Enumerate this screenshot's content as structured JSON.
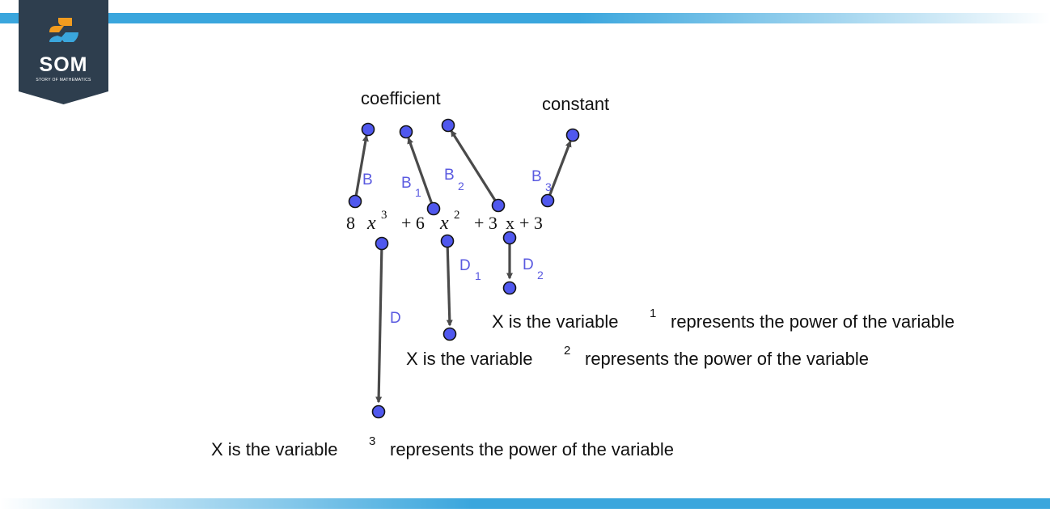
{
  "logo": {
    "text": "SOM",
    "subtitle": "STORY OF MATHEMATICS",
    "colors": {
      "background": "#2e3e4e",
      "orange": "#f29c1f",
      "blue": "#3aa6dd"
    }
  },
  "colors": {
    "band": "#3aa6dd",
    "point_fill": "#5058ee",
    "point_label": "#5a5ae0",
    "arrow": "#4a4a4a"
  },
  "headings": {
    "coefficient": "coefficient",
    "constant": "constant"
  },
  "expression": {
    "c1": "8",
    "v1": "x",
    "e1": "3",
    "c2": "+ 6",
    "v2": "x",
    "e2": "2",
    "c3": "+ 3",
    "v3": "x",
    "c4": "+ 3"
  },
  "point_labels": {
    "B": "B",
    "B1": "B",
    "B1_sub": "1",
    "B2": "B",
    "B2_sub": "2",
    "B3": "B",
    "B3_sub": "3",
    "D": "D",
    "D1": "D",
    "D1_sub": "1",
    "D2": "D",
    "D2_sub": "2"
  },
  "notes": [
    {
      "pre": "X is the variable",
      "power": "1",
      "post": "represents the power of the variable"
    },
    {
      "pre": "X is the variable",
      "power": "2",
      "post": "represents the power of the variable"
    },
    {
      "pre": "X is the variable",
      "power": "3",
      "post": "represents the power of the variable"
    }
  ]
}
